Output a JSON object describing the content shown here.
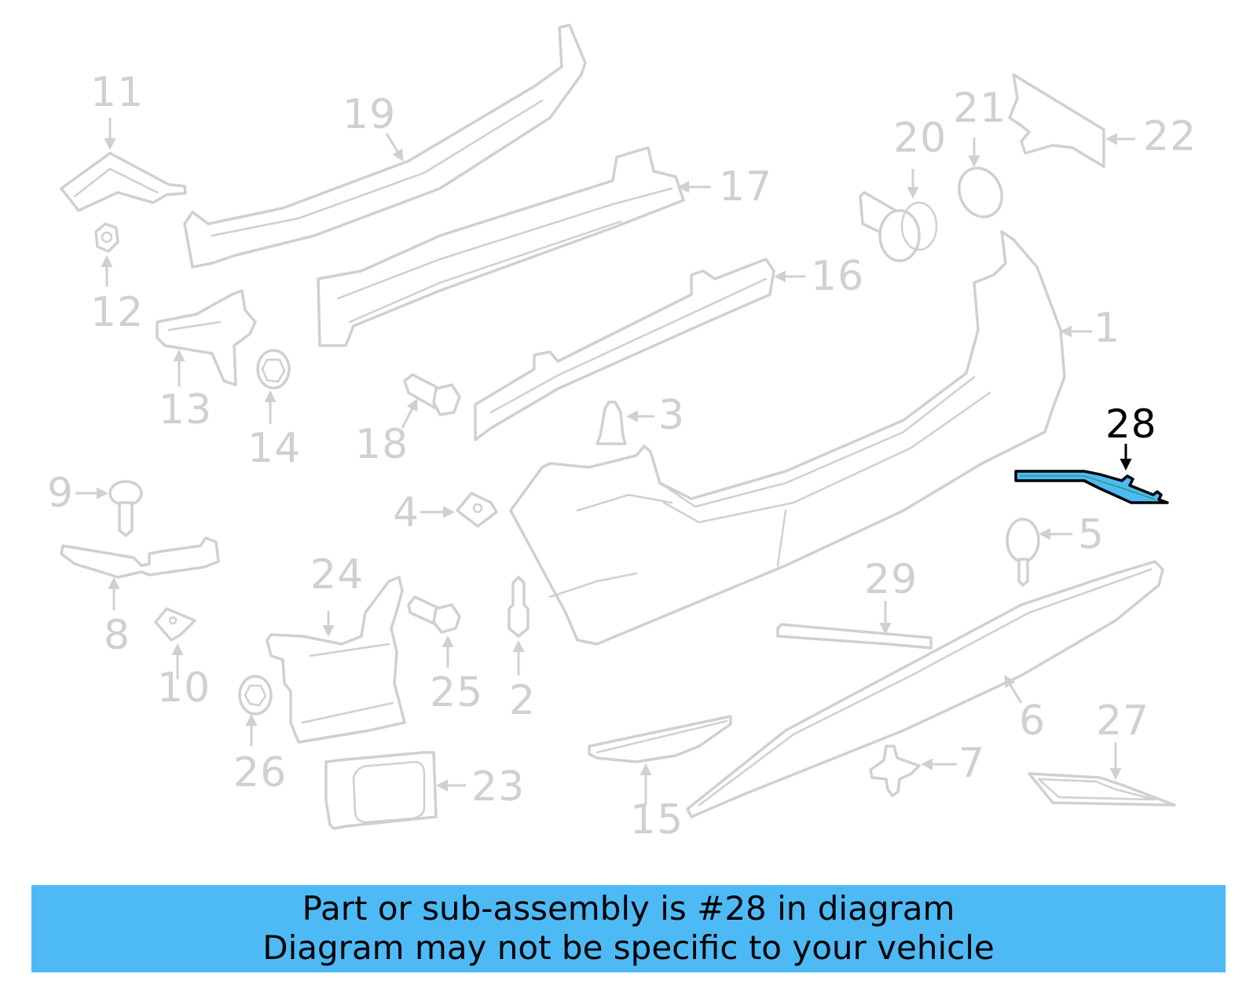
{
  "diagram": {
    "highlight_color": "#4dbaf5",
    "inactive_color": "#d0d0d0",
    "highlighted_part": "28",
    "callouts": [
      {
        "id": "1",
        "label": "1"
      },
      {
        "id": "2",
        "label": "2"
      },
      {
        "id": "3",
        "label": "3"
      },
      {
        "id": "4",
        "label": "4"
      },
      {
        "id": "5",
        "label": "5"
      },
      {
        "id": "6",
        "label": "6"
      },
      {
        "id": "7",
        "label": "7"
      },
      {
        "id": "8",
        "label": "8"
      },
      {
        "id": "9",
        "label": "9"
      },
      {
        "id": "10",
        "label": "10"
      },
      {
        "id": "11",
        "label": "11"
      },
      {
        "id": "12",
        "label": "12"
      },
      {
        "id": "13",
        "label": "13"
      },
      {
        "id": "14",
        "label": "14"
      },
      {
        "id": "15",
        "label": "15"
      },
      {
        "id": "16",
        "label": "16"
      },
      {
        "id": "17",
        "label": "17"
      },
      {
        "id": "18",
        "label": "18"
      },
      {
        "id": "19",
        "label": "19"
      },
      {
        "id": "20",
        "label": "20"
      },
      {
        "id": "21",
        "label": "21"
      },
      {
        "id": "22",
        "label": "22"
      },
      {
        "id": "23",
        "label": "23"
      },
      {
        "id": "24",
        "label": "24"
      },
      {
        "id": "25",
        "label": "25"
      },
      {
        "id": "26",
        "label": "26"
      },
      {
        "id": "27",
        "label": "27"
      },
      {
        "id": "28",
        "label": "28"
      },
      {
        "id": "29",
        "label": "29"
      }
    ]
  },
  "banner": {
    "background": "#4dbaf5",
    "line1": "Part or sub-assembly is #28 in diagram",
    "line2": "Diagram may not be specific to your vehicle"
  }
}
